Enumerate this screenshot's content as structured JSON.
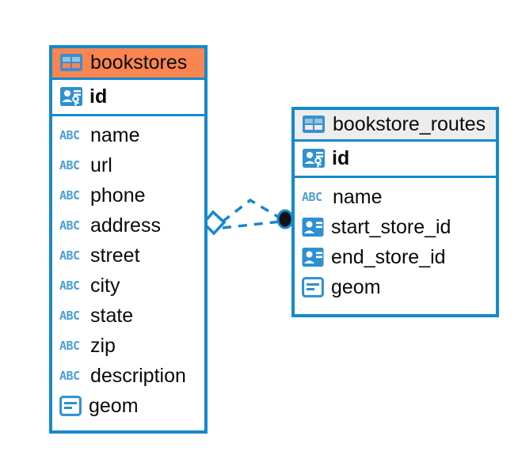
{
  "diagram": {
    "title": "bookstores / bookstore_routes entity relationship diagram",
    "type": "er-diagram",
    "background_color": "#FFFFFF",
    "accent_color": "#F98551",
    "line_color": "#1589CE",
    "neutral_header_color": "#EDEDED",
    "text_color": "#0A0A0A"
  },
  "entities": [
    {
      "id": "bookstores",
      "name": "bookstores",
      "header_style": "accent",
      "header_icon": "table-icon",
      "primary_key": {
        "name": "id",
        "icon": "primary-key-icon",
        "type_label": ""
      },
      "fields": [
        {
          "name": "name",
          "icon": "abc-icon",
          "icon_label": "ABC"
        },
        {
          "name": "url",
          "icon": "abc-icon",
          "icon_label": "ABC"
        },
        {
          "name": "phone",
          "icon": "abc-icon",
          "icon_label": "ABC"
        },
        {
          "name": "address",
          "icon": "abc-icon",
          "icon_label": "ABC"
        },
        {
          "name": "street",
          "icon": "abc-icon",
          "icon_label": "ABC"
        },
        {
          "name": "city",
          "icon": "abc-icon",
          "icon_label": "ABC"
        },
        {
          "name": "state",
          "icon": "abc-icon",
          "icon_label": "ABC"
        },
        {
          "name": "zip",
          "icon": "abc-icon",
          "icon_label": "ABC"
        },
        {
          "name": "description",
          "icon": "abc-icon",
          "icon_label": "ABC"
        },
        {
          "name": "geom",
          "icon": "geometry-icon",
          "icon_label": ""
        }
      ]
    },
    {
      "id": "bookstore_routes",
      "name": "bookstore_routes",
      "header_style": "neutral",
      "header_icon": "table-icon",
      "primary_key": {
        "name": "id",
        "icon": "primary-key-icon",
        "type_label": ""
      },
      "fields": [
        {
          "name": "name",
          "icon": "abc-icon",
          "icon_label": "ABC"
        },
        {
          "name": "start_store_id",
          "icon": "foreign-key-icon",
          "icon_label": ""
        },
        {
          "name": "end_store_id",
          "icon": "foreign-key-icon",
          "icon_label": ""
        },
        {
          "name": "geom",
          "icon": "geometry-icon",
          "icon_label": ""
        }
      ]
    }
  ],
  "relationships": [
    {
      "id": "start-store-link",
      "from": "bookstores",
      "to": "bookstore_routes",
      "from_marker": "diamond",
      "to_marker": "filled-circle",
      "style": "dashed",
      "color": "#1589CE"
    },
    {
      "id": "end-store-link",
      "from": "bookstores",
      "to": "bookstore_routes",
      "from_marker": "diamond",
      "to_marker": "filled-circle",
      "style": "dashed",
      "color": "#1589CE"
    }
  ]
}
